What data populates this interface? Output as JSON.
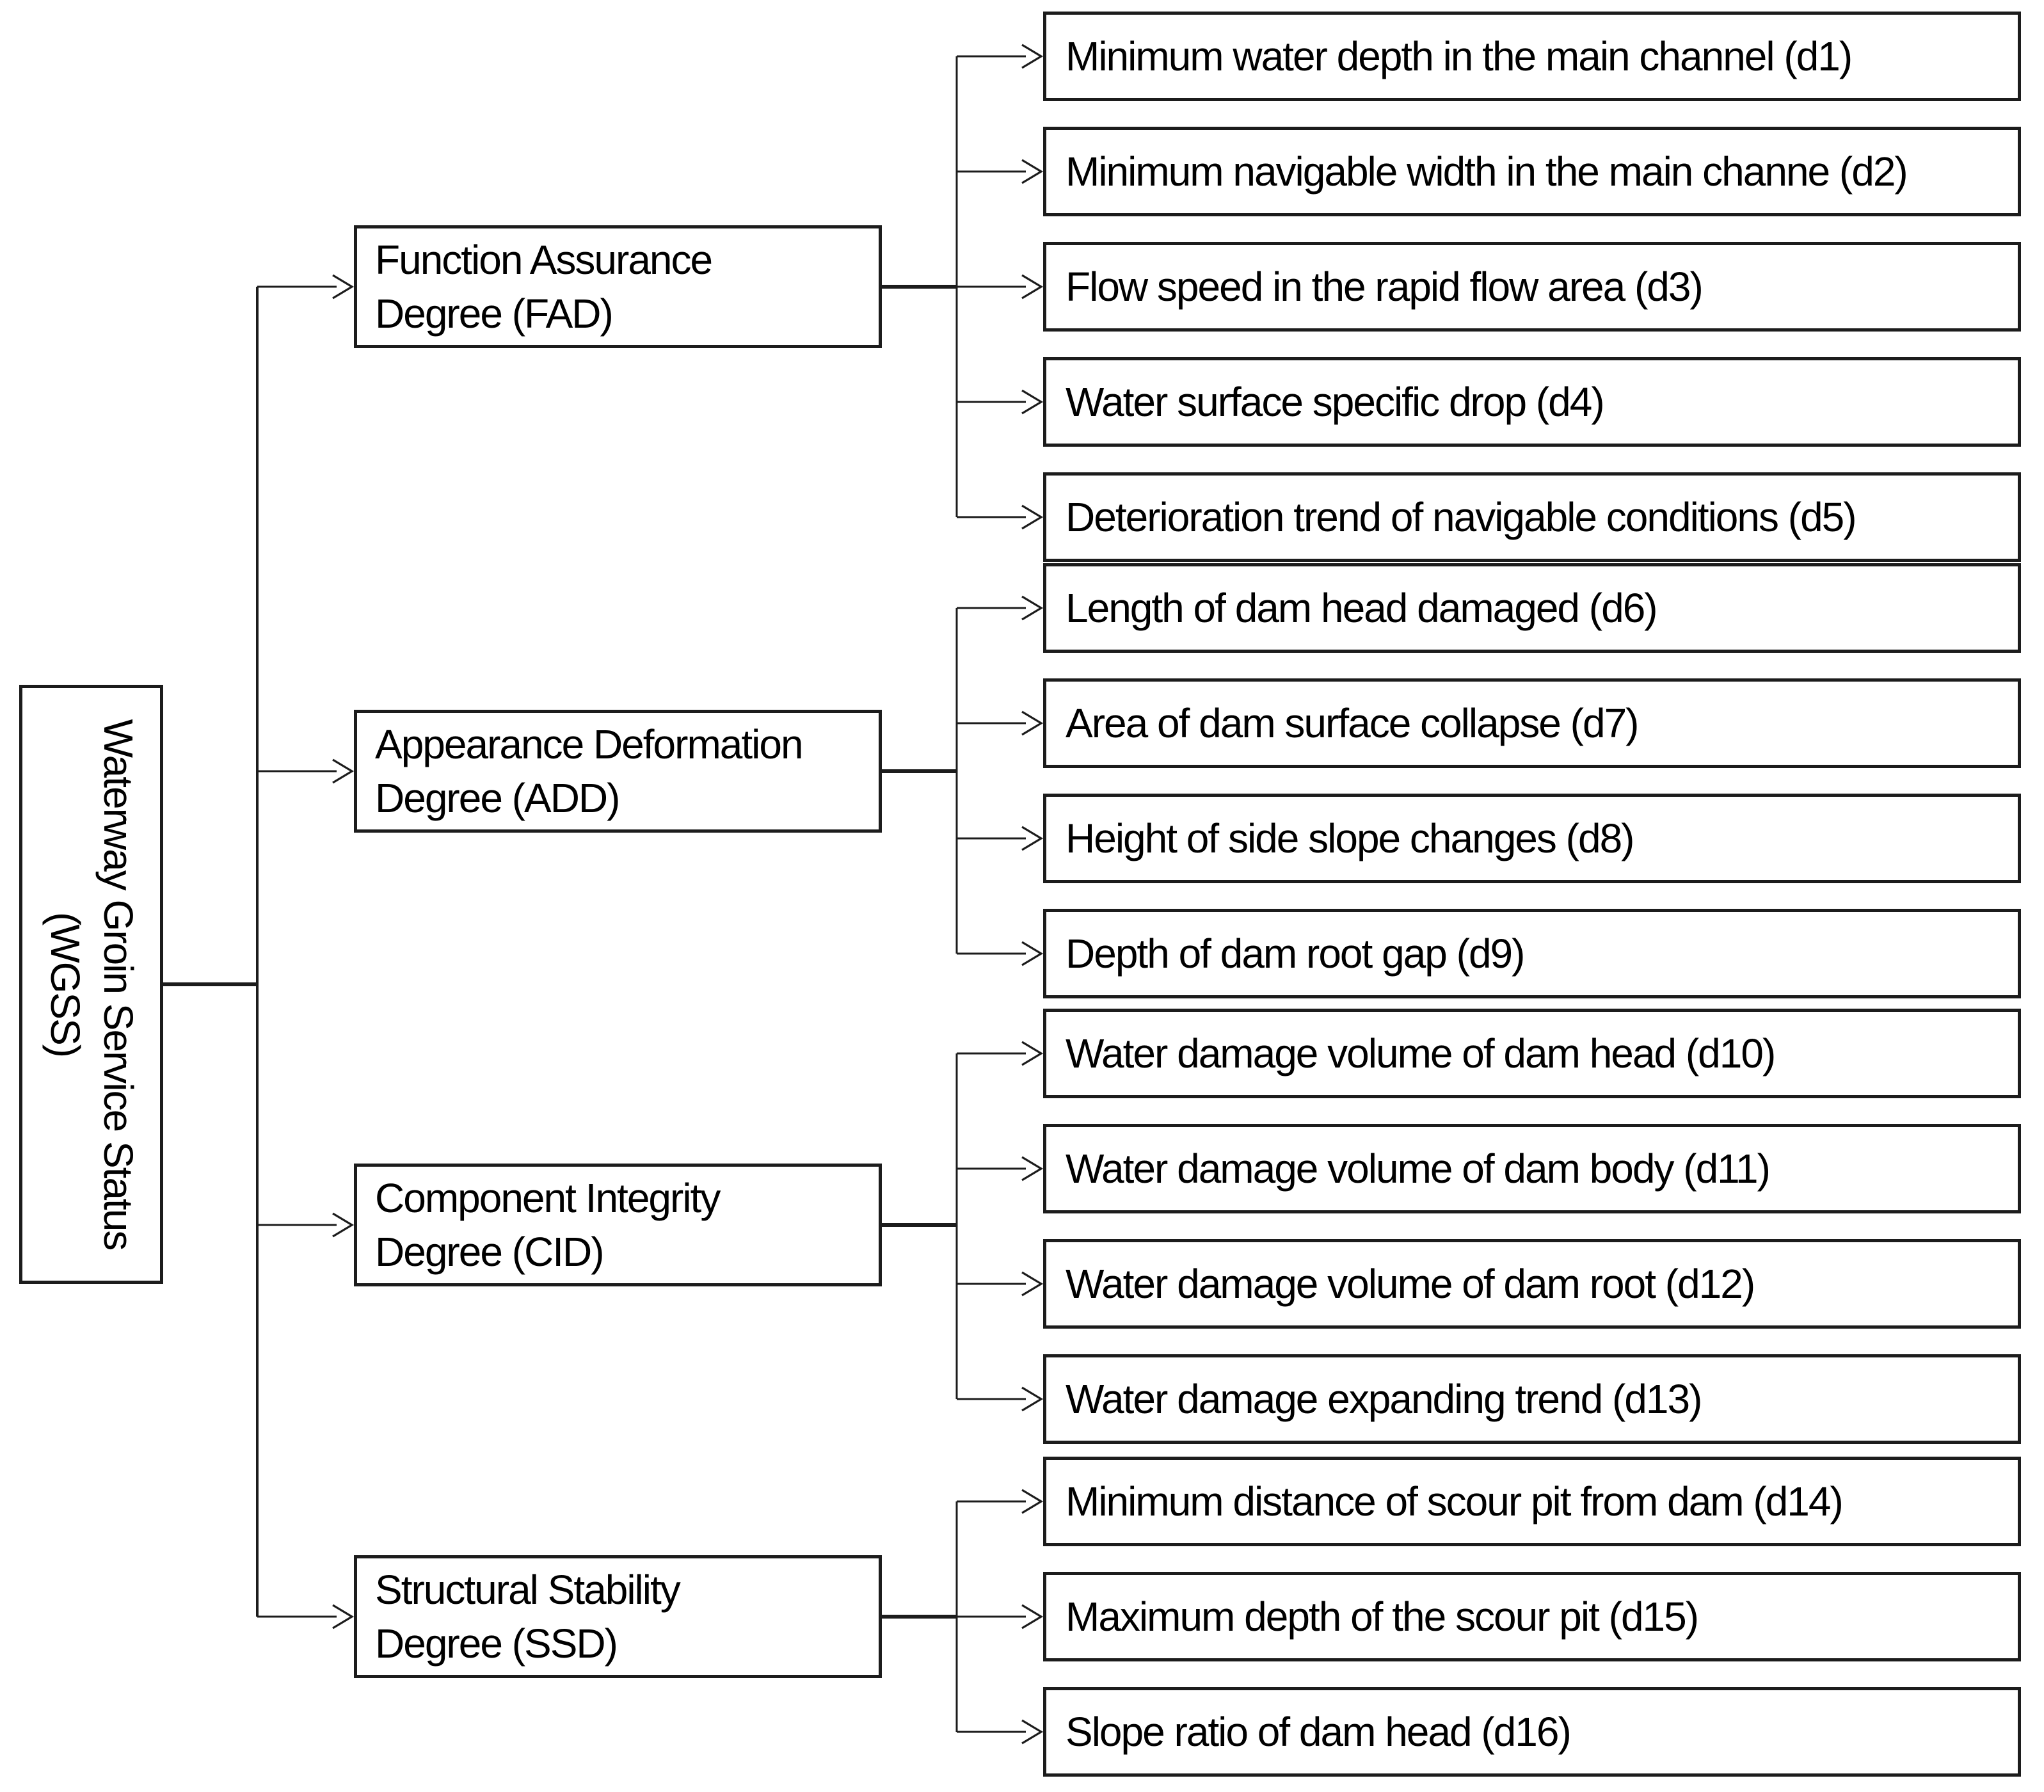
{
  "figure": {
    "title": "Waterway groin service status indicator hierarchy",
    "root": {
      "label": "Waterway Groin Service Status\n(WGSS)"
    },
    "groups": [
      {
        "category": {
          "label": "Function Assurance\nDegree (FAD)"
        },
        "indicators": [
          "Minimum water depth in the main channel (d1)",
          "Minimum navigable width in the main channe (d2)",
          "Flow speed in the rapid flow area (d3)",
          "Water surface specific drop (d4)",
          "Deterioration trend of navigable conditions (d5)"
        ]
      },
      {
        "category": {
          "label": "Appearance Deformation\nDegree (ADD)"
        },
        "indicators": [
          "Length of dam head damaged (d6)",
          "Area of dam surface collapse (d7)",
          "Height of side slope changes (d8)",
          "Depth of dam root gap (d9)"
        ]
      },
      {
        "category": {
          "label": "Component Integrity\nDegree (CID)"
        },
        "indicators": [
          "Water damage volume of dam head (d10)",
          "Water damage volume of dam body (d11)",
          "Water damage volume of dam root (d12)",
          "Water damage expanding trend (d13)"
        ]
      },
      {
        "category": {
          "label": "Structural Stability\nDegree (SSD)"
        },
        "indicators": [
          "Minimum distance of scour pit from dam (d14)",
          "Maximum depth of the scour pit (d15)",
          "Slope ratio of dam head (d16)"
        ]
      }
    ],
    "colors": {
      "line": "#1c1c1c",
      "border": "#1c1c1c",
      "text": "#000000",
      "background": "#ffffff"
    }
  }
}
